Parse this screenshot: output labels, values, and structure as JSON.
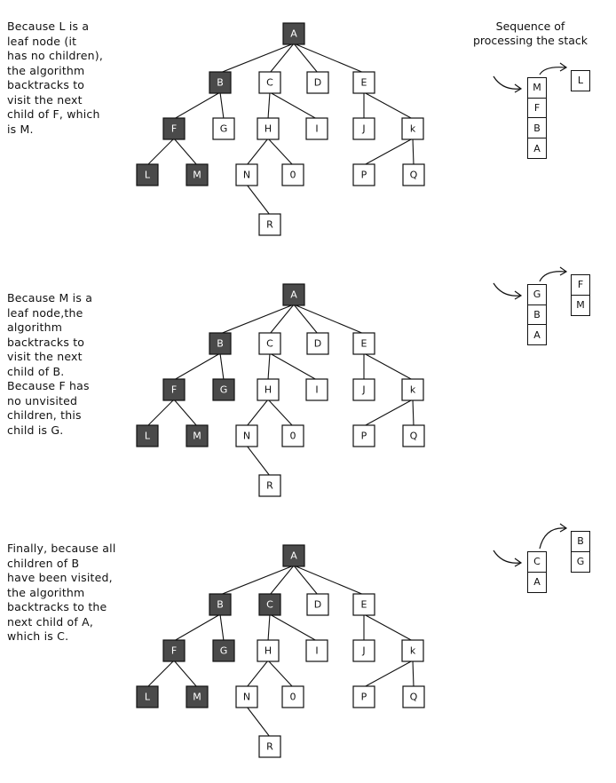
{
  "sequence_title": "Sequence of\nprocessing the stack",
  "edges": [
    [
      "A",
      "B"
    ],
    [
      "A",
      "C"
    ],
    [
      "A",
      "D"
    ],
    [
      "A",
      "E"
    ],
    [
      "B",
      "F"
    ],
    [
      "B",
      "G"
    ],
    [
      "C",
      "H"
    ],
    [
      "C",
      "I"
    ],
    [
      "E",
      "J"
    ],
    [
      "E",
      "K"
    ],
    [
      "F",
      "L"
    ],
    [
      "F",
      "M"
    ],
    [
      "H",
      "N"
    ],
    [
      "H",
      "O"
    ],
    [
      "K",
      "P"
    ],
    [
      "K",
      "Q"
    ],
    [
      "N",
      "R"
    ]
  ],
  "labels": {
    "A": "A",
    "B": "B",
    "C": "C",
    "D": "D",
    "E": "E",
    "F": "F",
    "G": "G",
    "H": "H",
    "I": "I",
    "J": "J",
    "K": "k",
    "L": "L",
    "M": "M",
    "N": "N",
    "O": "0",
    "P": "P",
    "Q": "Q",
    "R": "R"
  },
  "panels": [
    {
      "description": "Because L is a\nleaf node (it\nhas no children),\nthe algorithm\nbacktracks to\nvisit the next\nchild of F, which\nis M.",
      "visited": [
        "A",
        "B",
        "F",
        "L",
        "M"
      ],
      "stack": [
        "M",
        "F",
        "B",
        "A"
      ],
      "popped": [
        "L"
      ]
    },
    {
      "description": "Because M is a\nleaf node,the\nalgorithm\nbacktracks to\nvisit the next\nchild of B.\nBecause F has\nno unvisited\nchildren, this\nchild is G.",
      "visited": [
        "A",
        "B",
        "F",
        "G",
        "L",
        "M"
      ],
      "stack": [
        "G",
        "B",
        "A"
      ],
      "popped": [
        "F",
        "M"
      ]
    },
    {
      "description": "Finally, because all\nchildren of B\nhave been visited,\nthe algorithm\nbacktracks to the\nnext child of A,\nwhich is C.",
      "visited": [
        "A",
        "B",
        "C",
        "F",
        "G",
        "L",
        "M"
      ],
      "stack": [
        "C",
        "A"
      ],
      "popped": [
        "B",
        "G"
      ]
    }
  ]
}
